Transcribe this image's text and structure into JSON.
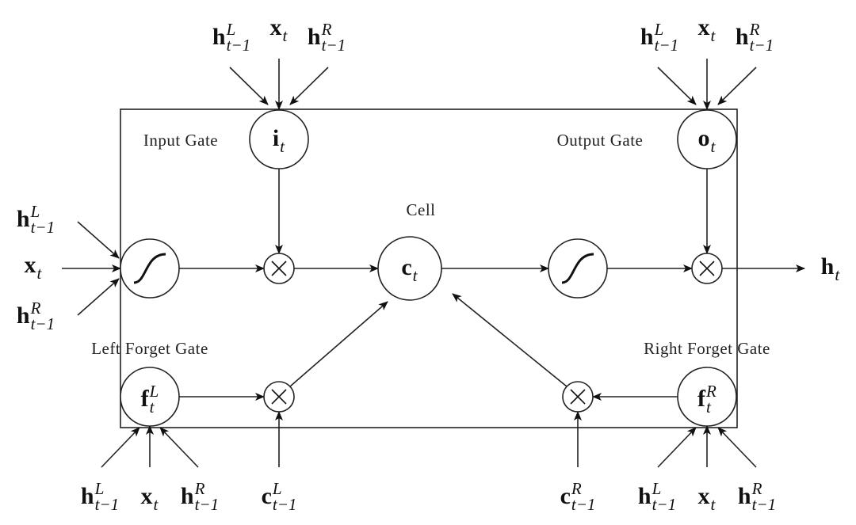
{
  "labels": {
    "input_gate": "Input Gate",
    "output_gate": "Output Gate",
    "cell": "Cell",
    "left_forget_gate": "Left Forget Gate",
    "right_forget_gate": "Right Forget Gate"
  },
  "nodes": {
    "input_gate": {
      "base": "i",
      "sub": "t",
      "sup": ""
    },
    "output_gate": {
      "base": "o",
      "sub": "t",
      "sup": ""
    },
    "cell": {
      "base": "c",
      "sub": "t",
      "sup": ""
    },
    "left_forget_gate": {
      "base": "f",
      "sub": "t",
      "sup": "L"
    },
    "right_forget_gate": {
      "base": "f",
      "sub": "t",
      "sup": "R"
    },
    "activation_icon": "sigmoid-curve-icon",
    "multiply_icon": "times-icon"
  },
  "inputs": {
    "h_left": {
      "base": "h",
      "sub": "t−1",
      "sup": "L"
    },
    "x": {
      "base": "x",
      "sub": "t",
      "sup": ""
    },
    "h_right": {
      "base": "h",
      "sub": "t−1",
      "sup": "R"
    },
    "c_left": {
      "base": "c",
      "sub": "t−1",
      "sup": "L"
    },
    "c_right": {
      "base": "c",
      "sub": "t−1",
      "sup": "R"
    }
  },
  "output": {
    "base": "h",
    "sub": "t",
    "sup": ""
  }
}
